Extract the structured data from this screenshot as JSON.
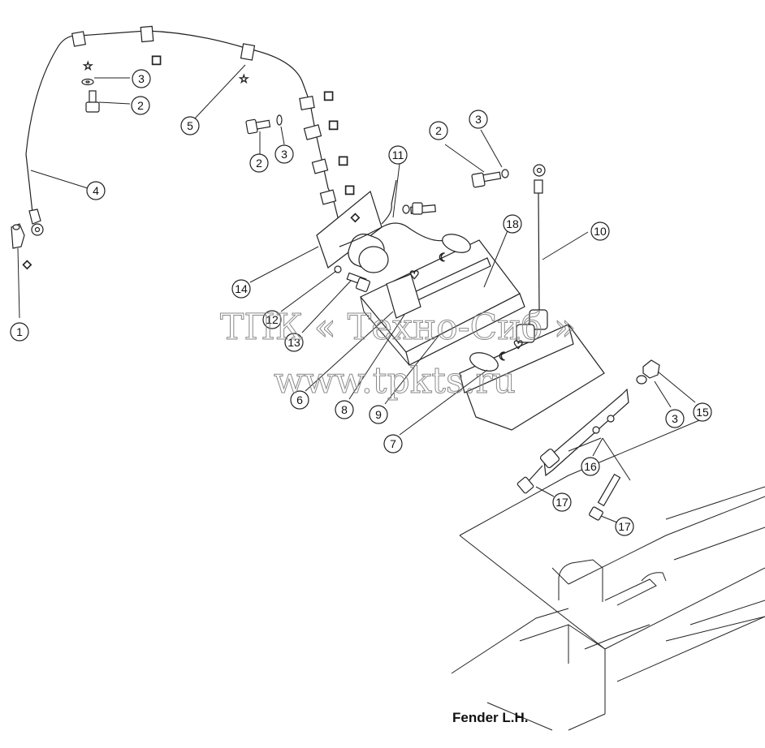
{
  "caption": "Fender L.H.",
  "watermark": {
    "line1": "ТПК « Техно-Сиб »",
    "line2": "www.tpkts.ru"
  },
  "callouts": {
    "c1": "1",
    "c2a": "2",
    "c2b": "2",
    "c2c": "2",
    "c3a": "3",
    "c3b": "3",
    "c3c": "3",
    "c3d": "3",
    "c4": "4",
    "c5": "5",
    "c6": "6",
    "c7": "7",
    "c8": "8",
    "c9": "9",
    "c10": "10",
    "c11": "11",
    "c12": "12",
    "c13": "13",
    "c14": "14",
    "c15": "15",
    "c16": "16",
    "c17a": "17",
    "c17b": "17",
    "c18": "18"
  },
  "symbols": {
    "star": "☆",
    "square": "□",
    "diamond": "◇",
    "heart": "♡",
    "moon": "☾"
  }
}
